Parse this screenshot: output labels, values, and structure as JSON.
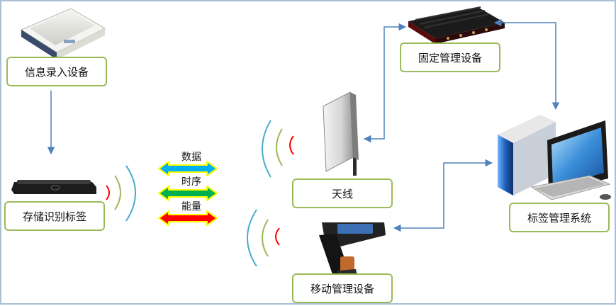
{
  "nodes": {
    "info_entry_device": {
      "label": "信息录入设备"
    },
    "storage_tag": {
      "label": "存储识别标签"
    },
    "fixed_manager": {
      "label": "固定管理设备"
    },
    "antenna": {
      "label": "天线"
    },
    "mobile_manager": {
      "label": "移动管理设备"
    },
    "tag_system": {
      "label": "标签管理系统"
    }
  },
  "signals": {
    "data": {
      "label": "数据",
      "color": "#00b0f0"
    },
    "timing": {
      "label": "时序",
      "color": "#00b050"
    },
    "energy": {
      "label": "能量",
      "color": "#ff0000"
    }
  },
  "colors": {
    "box_border": "#9bbb59",
    "connector": "#4f81bd",
    "arrow_outline": "#ffff00",
    "wave_blue": "#4bacc6",
    "wave_green": "#9bbb59",
    "wave_red": "#ff0000"
  },
  "icons": [
    "rfid-reader-device-icon",
    "rfid-tag-icon",
    "fixed-reader-icon",
    "panel-antenna-icon",
    "handheld-scanner-icon",
    "computer-icon"
  ]
}
